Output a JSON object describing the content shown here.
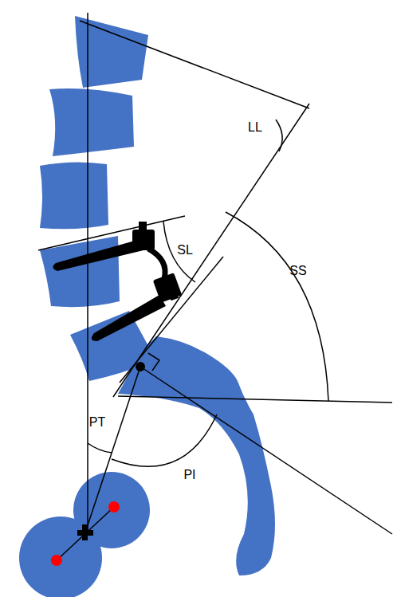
{
  "diagram": {
    "labels": [
      "LL",
      "SL",
      "SS",
      "PT",
      "PI"
    ]
  }
}
